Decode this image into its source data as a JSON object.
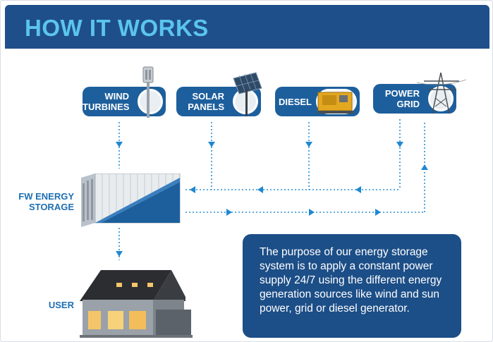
{
  "header": {
    "title": "HOW IT WORKS"
  },
  "sources": [
    {
      "line1": "WIND",
      "line2": "TURBINES"
    },
    {
      "line1": "SOLAR",
      "line2": "PANELS"
    },
    {
      "line1": "DIESEL",
      "line2": ""
    },
    {
      "line1": "POWER",
      "line2": "GRID"
    }
  ],
  "storage": {
    "line1": "FW ENERGY",
    "line2": "STORAGE"
  },
  "user": {
    "label": "USER"
  },
  "info": {
    "text": "The purpose of our energy storage system is to apply a constant power supply 24/7 using the different energy generation sources like wind and sun power, grid or diesel generator."
  },
  "colors": {
    "header_bg": "#1e4f8a",
    "title": "#5bc4ef",
    "pill_bg": "#1d5f9c",
    "label_text": "#1e6fb3",
    "arrow": "#1e88d2",
    "info_bg": "#1c4e87"
  },
  "icons": [
    "wind-turbine-icon",
    "solar-panel-icon",
    "diesel-generator-icon",
    "power-pylon-icon",
    "shipping-container-image",
    "house-image"
  ]
}
